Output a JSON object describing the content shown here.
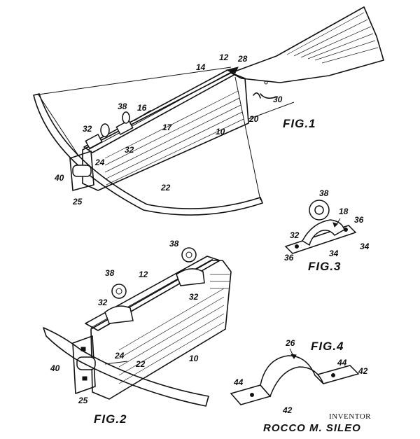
{
  "figures": {
    "fig1": {
      "label": "FIG.1",
      "refs": [
        "12",
        "28",
        "14",
        "30",
        "38",
        "16",
        "17",
        "20",
        "32",
        "32",
        "10",
        "24",
        "40",
        "25",
        "22"
      ]
    },
    "fig2": {
      "label": "FIG.2",
      "refs": [
        "38",
        "38",
        "12",
        "32",
        "32",
        "24",
        "22",
        "10",
        "40",
        "25"
      ]
    },
    "fig3": {
      "label": "FIG.3",
      "refs": [
        "38",
        "18",
        "36",
        "32",
        "34",
        "36",
        "34"
      ]
    },
    "fig4": {
      "label": "FIG.4",
      "refs": [
        "26",
        "44",
        "42",
        "44",
        "42"
      ]
    }
  },
  "inventor": {
    "label": "INVENTOR",
    "name": "ROCCO M. SILEO"
  }
}
